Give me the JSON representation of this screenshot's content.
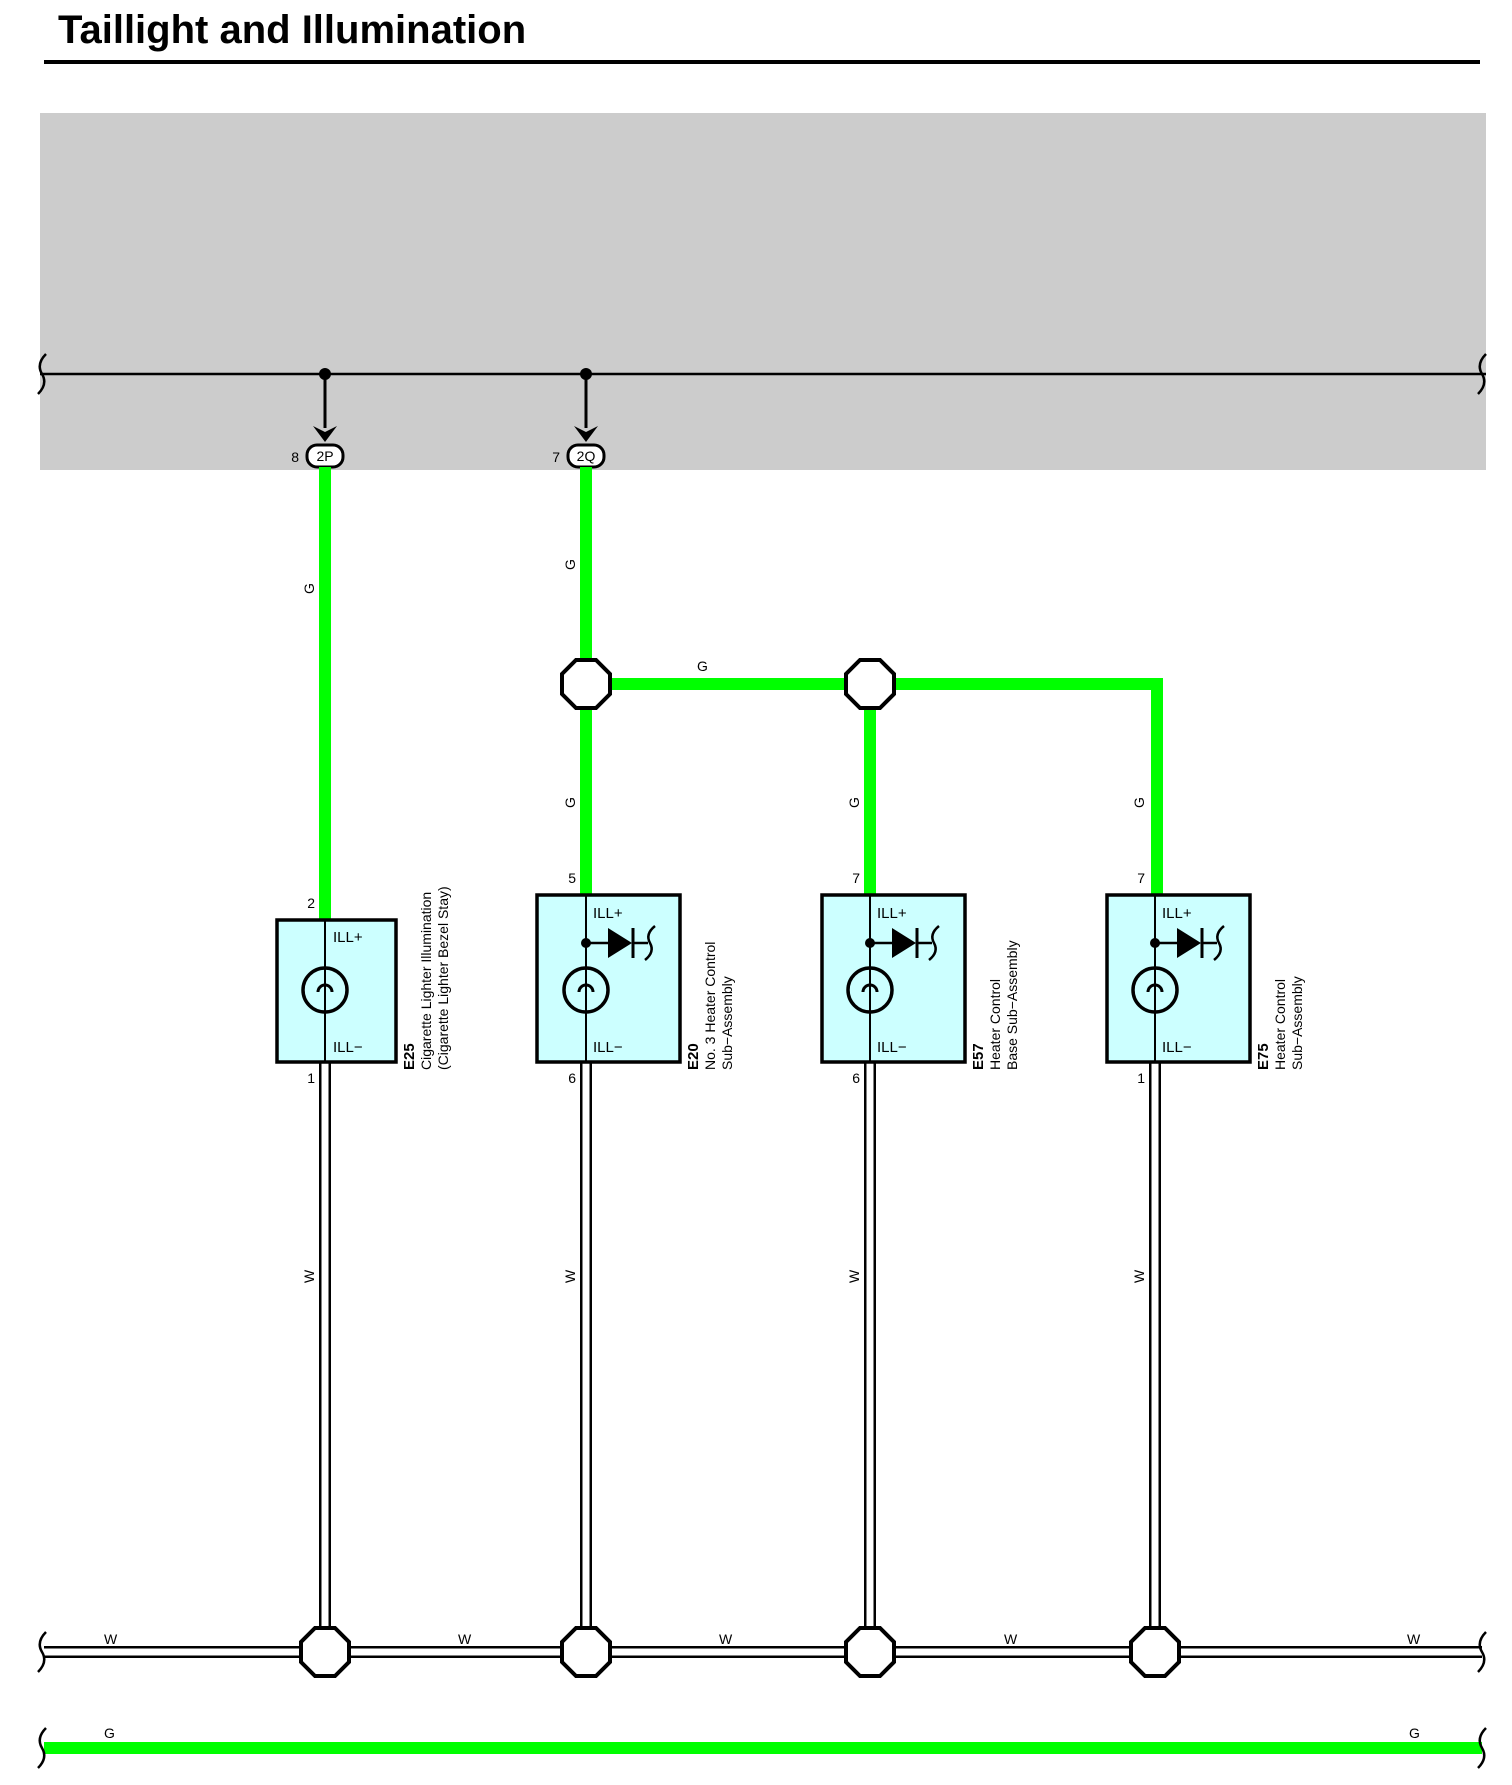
{
  "title": "Taillight and Illumination",
  "colors": {
    "green_wire": "#00ff00",
    "component_fill": "#ccffff",
    "ecu_fill": "#cccccc",
    "white_wire": "#ffffff"
  },
  "connectors": [
    {
      "pin": "8",
      "code": "2P"
    },
    {
      "pin": "7",
      "code": "2Q"
    }
  ],
  "wire_labels": {
    "g": "G",
    "w": "W"
  },
  "components": [
    {
      "code": "E25",
      "name_line1": "Cigarette Lighter Illumination",
      "name_line2": "(Cigarette Lighter Bezel Stay)",
      "pin_top": "2",
      "pin_bottom": "1",
      "term_plus": "ILL+",
      "term_minus": "ILL−"
    },
    {
      "code": "E20",
      "name_line1": "No. 3 Heater Control",
      "name_line2": "Sub−Assembly",
      "pin_top": "5",
      "pin_bottom": "6",
      "term_plus": "ILL+",
      "term_minus": "ILL−"
    },
    {
      "code": "E57",
      "name_line1": "Heater Control",
      "name_line2": "Base Sub−Assembly",
      "pin_top": "7",
      "pin_bottom": "6",
      "term_plus": "ILL+",
      "term_minus": "ILL−"
    },
    {
      "code": "E75",
      "name_line1": "Heater Control",
      "name_line2": "Sub−Assembly",
      "pin_top": "7",
      "pin_bottom": "1",
      "term_plus": "ILL+",
      "term_minus": "ILL−"
    }
  ]
}
